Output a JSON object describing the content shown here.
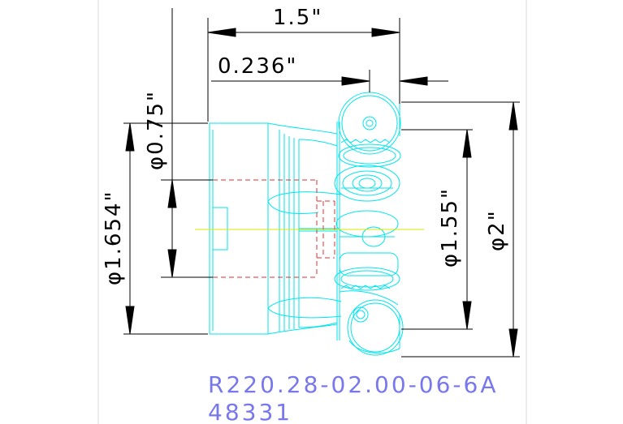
{
  "dimensions": {
    "overall_length": "1.5\"",
    "insert_offset": "0.236\"",
    "bore_diameter": "φ0.75\"",
    "body_diameter": "φ1.654\"",
    "cutting_diameter_inner": "φ1.55\"",
    "cutting_diameter_outer": "φ2\""
  },
  "part": {
    "number": "R220.28-02.00-06-6A",
    "code": "48331"
  },
  "colors": {
    "outline": "#00e5ee",
    "hidden": "#e03030",
    "center": "#d8e800",
    "dimension": "#000000",
    "part_text": "#7777ee"
  }
}
